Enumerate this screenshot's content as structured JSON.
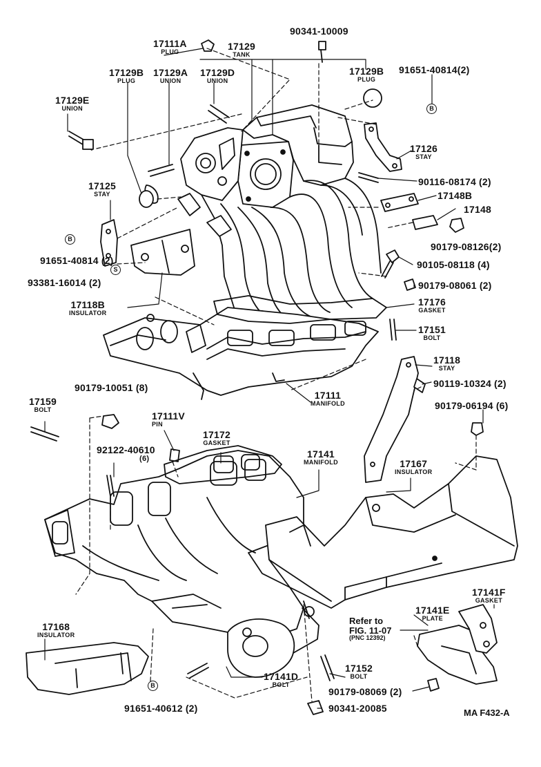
{
  "labels": [
    {
      "id": "l1",
      "part": "17111A",
      "name": "PLUG"
    },
    {
      "id": "l2",
      "part": "17129",
      "name": "TANK"
    },
    {
      "id": "l3",
      "part": "90341-10009",
      "name": ""
    },
    {
      "id": "l4",
      "part": "17129B",
      "name": "PLUG"
    },
    {
      "id": "l5",
      "part": "17129A",
      "name": "UNION"
    },
    {
      "id": "l6",
      "part": "17129D",
      "name": "UNION"
    },
    {
      "id": "l7",
      "part": "17129B",
      "name": "PLUG"
    },
    {
      "id": "l8",
      "part": "91651-40814(2)",
      "name": ""
    },
    {
      "id": "l9",
      "part": "17129E",
      "name": "UNION"
    },
    {
      "id": "l10",
      "part": "17126",
      "name": "STAY"
    },
    {
      "id": "l11",
      "part": "90116-08174 (2)",
      "name": ""
    },
    {
      "id": "l12",
      "part": "17125",
      "name": "STAY"
    },
    {
      "id": "l13",
      "part": "17148B",
      "name": ""
    },
    {
      "id": "l14",
      "part": "17148",
      "name": ""
    },
    {
      "id": "l15",
      "part": "90179-08126(2)",
      "name": ""
    },
    {
      "id": "l16",
      "part": "91651-40814 (2)",
      "name": ""
    },
    {
      "id": "l17",
      "part": "90105-08118 (4)",
      "name": ""
    },
    {
      "id": "l18",
      "part": "93381-16014 (2)",
      "name": ""
    },
    {
      "id": "l19",
      "part": "90179-08061 (2)",
      "name": ""
    },
    {
      "id": "l20",
      "part": "17118B",
      "name": "INSULATOR"
    },
    {
      "id": "l21",
      "part": "17176",
      "name": "GASKET"
    },
    {
      "id": "l22",
      "part": "17151",
      "name": "BOLT"
    },
    {
      "id": "l23",
      "part": "17118",
      "name": "STAY"
    },
    {
      "id": "l24",
      "part": "90179-10051 (8)",
      "name": ""
    },
    {
      "id": "l25",
      "part": "17111",
      "name": "MANIFOLD"
    },
    {
      "id": "l26",
      "part": "90119-10324 (2)",
      "name": ""
    },
    {
      "id": "l27",
      "part": "17159",
      "name": "BOLT"
    },
    {
      "id": "l28",
      "part": "90179-06194 (6)",
      "name": ""
    },
    {
      "id": "l29",
      "part": "17111V",
      "name": "PIN"
    },
    {
      "id": "l30",
      "part": "17172",
      "name": "GASKET"
    },
    {
      "id": "l31",
      "part": "92122-40610",
      "name": "(6)"
    },
    {
      "id": "l32",
      "part": "17141",
      "name": "MANIFOLD"
    },
    {
      "id": "l33",
      "part": "17167",
      "name": "INSULATOR"
    },
    {
      "id": "l34",
      "part": "17141F",
      "name": "GASKET"
    },
    {
      "id": "l35",
      "part": "17141E",
      "name": "PLATE"
    },
    {
      "id": "l36",
      "part": "17168",
      "name": "INSULATOR"
    },
    {
      "id": "l37",
      "part": "17152",
      "name": "BOLT"
    },
    {
      "id": "l38",
      "part": "17141D",
      "name": "BOLT"
    },
    {
      "id": "l39",
      "part": "90179-08069 (2)",
      "name": ""
    },
    {
      "id": "l40",
      "part": "91651-40612 (2)",
      "name": ""
    },
    {
      "id": "l41",
      "part": "90341-20085",
      "name": ""
    }
  ],
  "badges": [
    {
      "id": "b1",
      "text": "B"
    },
    {
      "id": "b2",
      "text": "B"
    },
    {
      "id": "b3",
      "text": "S"
    },
    {
      "id": "b4",
      "text": "B"
    }
  ],
  "reference": {
    "line1": "Refer to",
    "line2": "FIG. 11-07",
    "line3": "(PNC 12392)"
  },
  "figure_code": "MA  F432-A",
  "colors": {
    "ink": "#111111",
    "paper": "#ffffff"
  }
}
